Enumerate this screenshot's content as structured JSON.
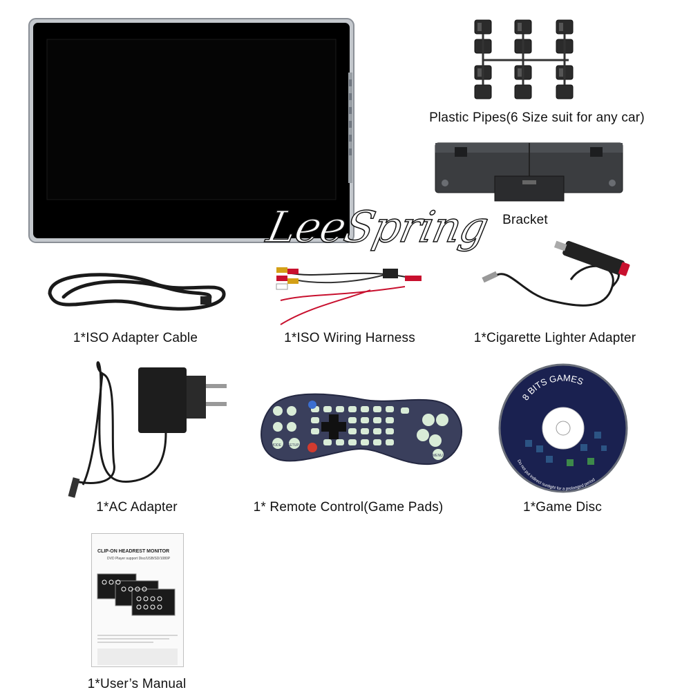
{
  "watermark": "LeeSpring",
  "items": {
    "plastic_pipes": "Plastic Pipes(6 Size suit for any car)",
    "bracket": "Bracket",
    "iso_adapter_cable": "1*ISO Adapter Cable",
    "iso_wiring_harness": "1*ISO Wiring Harness",
    "cigarette_lighter_adapter": "1*Cigarette Lighter Adapter",
    "ac_adapter": "1*AC Adapter",
    "remote_control": "1* Remote Control(Game Pads)",
    "game_disc": "1*Game Disc",
    "users_manual": "1*User’s Manual"
  },
  "disc": {
    "label_top": "8 BITS GAMES",
    "label_bottom": "Do not put indirect sunlight for a prolonged period"
  },
  "manual": {
    "title": "CLIP-ON HEADREST MONITOR",
    "subtitle": "DVD Player support Disc/USB/SD/1080P"
  },
  "remote": {
    "mode_label": "MODE",
    "setup_label": "SETUP",
    "menu_label": "MENU"
  },
  "colors": {
    "monitor_frame": "#b8bcc2",
    "screen": "#000000",
    "remote_body": "#3a3f5c",
    "disc_surface": "#1a2150"
  }
}
